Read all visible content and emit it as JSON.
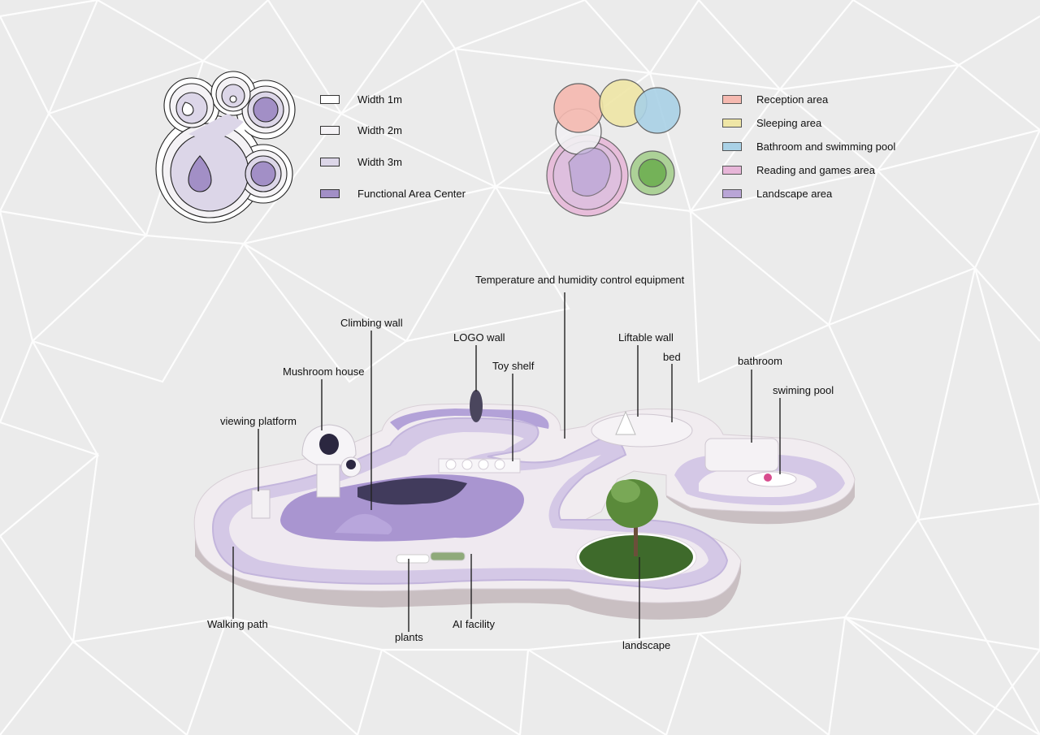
{
  "width_legend": {
    "items": [
      {
        "label": "Width 1m",
        "color": "#ffffff"
      },
      {
        "label": "Width 2m",
        "color": "#f4f2f5"
      },
      {
        "label": "Width 3m",
        "color": "#dcd6e8"
      },
      {
        "label": "Functional Area Center",
        "color": "#a28fc6"
      }
    ]
  },
  "zone_legend": {
    "items": [
      {
        "label": "Reception area",
        "color": "#f5b9b0"
      },
      {
        "label": "Sleeping area",
        "color": "#efe6a6"
      },
      {
        "label": "Bathroom and swimming pool",
        "color": "#a9d1e6"
      },
      {
        "label": "Reading and games area",
        "color": "#e7b6d8"
      },
      {
        "label": "Landscape area",
        "color": "#b9a5d6"
      }
    ]
  },
  "callouts": {
    "temperature": "Temperature and humidity control equipment",
    "climbing_wall": "Climbing  wall",
    "logo_wall": "LOGO wall",
    "liftable_wall": "Liftable wall",
    "bed": "bed",
    "toy_shelf": "Toy shelf",
    "bathroom": "bathroom",
    "mushroom_house": "Mushroom house",
    "swimming_pool": "swiming pool",
    "viewing_platform": "viewing platform",
    "walking_path": "Walking path",
    "plants": "plants",
    "ai_facility": "AI facility",
    "landscape": "landscape"
  },
  "colors": {
    "background": "#ebebeb",
    "mesh": "#ffffff",
    "path_purple": "#b3a2d8",
    "center_purple": "#9c87c6",
    "deck": "#efe9ee",
    "base": "#cbc0c3",
    "grass": "#3e6a2b"
  }
}
